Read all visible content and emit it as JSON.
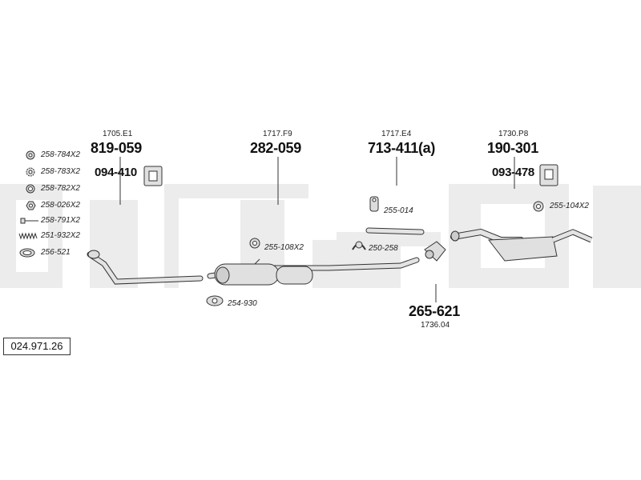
{
  "reference_number": "024.971.26",
  "groups": [
    {
      "code": "1705.E1",
      "part": "819-059",
      "sub_part": "094-410"
    },
    {
      "code": "1717.F9",
      "part": "282-059"
    },
    {
      "code": "1717.E4",
      "part": "713-411(a)"
    },
    {
      "code": "1730.P8",
      "part": "190-301",
      "sub_part": "093-478"
    },
    {
      "code": "1736.04",
      "part": "265-621"
    }
  ],
  "legend_items": [
    {
      "label": "258-784X2",
      "icon": "ring-washer-icon"
    },
    {
      "label": "258-783X2",
      "icon": "toothed-washer-icon"
    },
    {
      "label": "258-782X2",
      "icon": "spring-washer-icon"
    },
    {
      "label": "258-026X2",
      "icon": "hex-nut-icon"
    },
    {
      "label": "258-791X2",
      "icon": "bolt-icon"
    },
    {
      "label": "251-932X2",
      "icon": "spring-icon"
    },
    {
      "label": "256-521",
      "icon": "sealing-ring-icon"
    }
  ],
  "accessories": [
    {
      "label": "255-014",
      "icon": "rubber-hanger-icon"
    },
    {
      "label": "250-258",
      "icon": "clamp-icon"
    },
    {
      "label": "255-108X2",
      "icon": "mounting-bush-icon"
    },
    {
      "label": "254-930",
      "icon": "flange-gasket-icon"
    },
    {
      "label": "255-104X2",
      "icon": "mounting-bush-icon"
    }
  ],
  "colors": {
    "background_band": "#ebebeb",
    "line": "#333333",
    "part_fill": "#d9d9d9"
  }
}
